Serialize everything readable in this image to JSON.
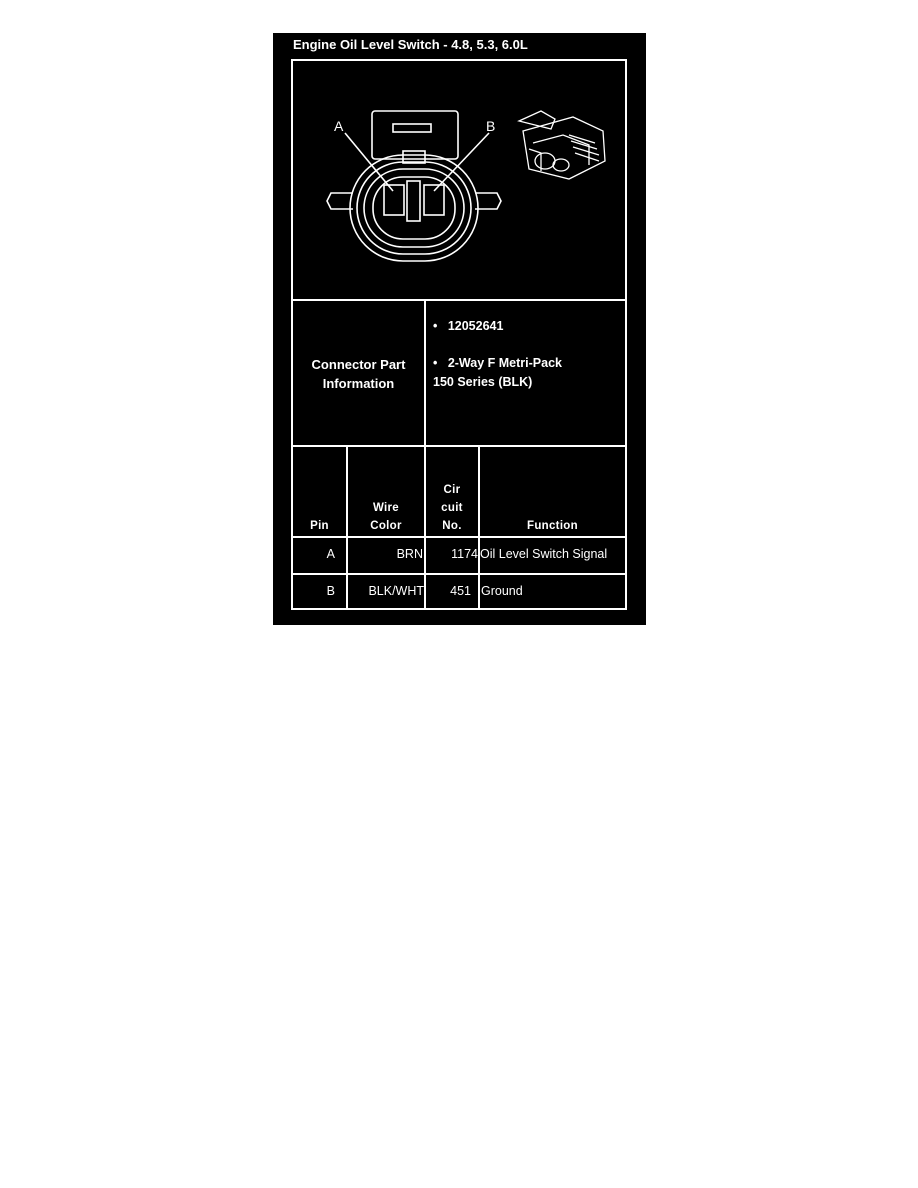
{
  "title": "Engine Oil Level Switch - 4.8, 5.3, 6.0L",
  "diagram": {
    "label_a": "A",
    "label_b": "B"
  },
  "connector": {
    "label_line1": "Connector Part",
    "label_line2": "Information",
    "bullet": "•",
    "part_number": "12052641",
    "type_line1": "2-Way F Metri-Pack",
    "type_line2": "150 Series (BLK)"
  },
  "table": {
    "headers": {
      "pin": "Pin",
      "wire_line1": "Wire",
      "wire_line2": "Color",
      "circuit_line1": "Cir",
      "circuit_line2": "cuit",
      "circuit_line3": "No.",
      "function": "Function"
    },
    "rows": [
      {
        "pin": "A",
        "wire_color": "BRN",
        "circuit": "1174",
        "function": "Oil Level Switch Signal"
      },
      {
        "pin": "B",
        "wire_color": "BLK/WHT",
        "circuit": "451",
        "function": "Ground"
      }
    ]
  }
}
